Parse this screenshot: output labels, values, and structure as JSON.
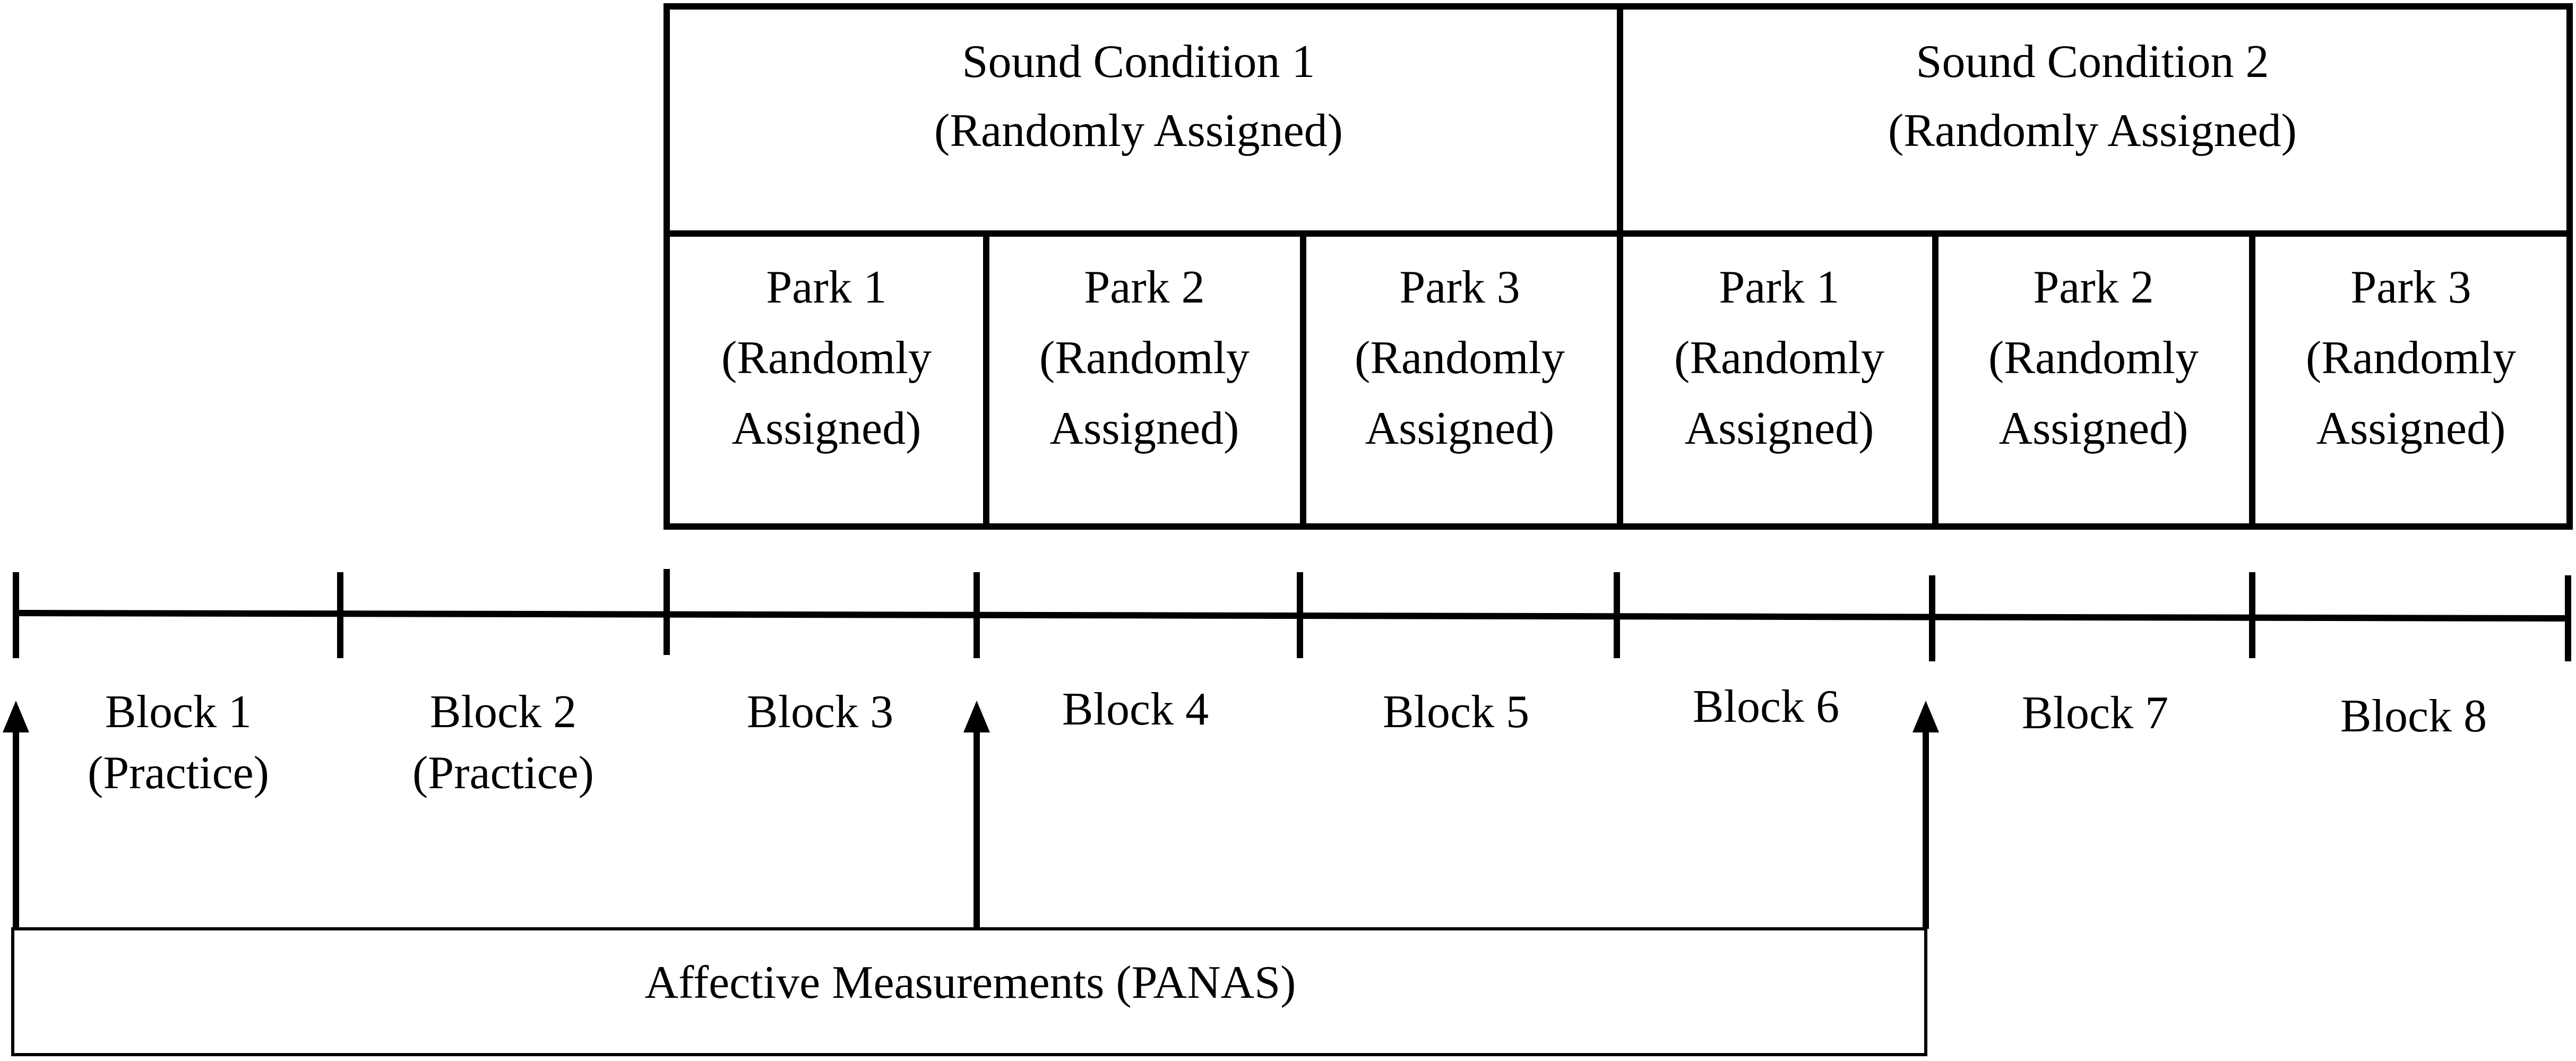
{
  "sound_conditions": [
    {
      "line1": "Sound Condition 1",
      "line2": "(Randomly Assigned)"
    },
    {
      "line1": "Sound Condition 2",
      "line2": "(Randomly Assigned)"
    }
  ],
  "parks": [
    {
      "line1": "Park 1",
      "line2": "(Randomly",
      "line3": "Assigned)"
    },
    {
      "line1": "Park 2",
      "line2": "(Randomly",
      "line3": "Assigned)"
    },
    {
      "line1": "Park 3",
      "line2": "(Randomly",
      "line3": "Assigned)"
    },
    {
      "line1": "Park 1",
      "line2": "(Randomly",
      "line3": "Assigned)"
    },
    {
      "line1": "Park 2",
      "line2": "(Randomly",
      "line3": "Assigned)"
    },
    {
      "line1": "Park 3",
      "line2": "(Randomly",
      "line3": "Assigned)"
    }
  ],
  "blocks": [
    {
      "label": "Block 1",
      "sub": "(Practice)"
    },
    {
      "label": "Block 2",
      "sub": "(Practice)"
    },
    {
      "label": "Block 3",
      "sub": ""
    },
    {
      "label": "Block 4",
      "sub": ""
    },
    {
      "label": "Block 5",
      "sub": ""
    },
    {
      "label": "Block 6",
      "sub": ""
    },
    {
      "label": "Block 7",
      "sub": ""
    },
    {
      "label": "Block 8",
      "sub": ""
    }
  ],
  "measurement": {
    "label": "Affective Measurements (PANAS)"
  }
}
